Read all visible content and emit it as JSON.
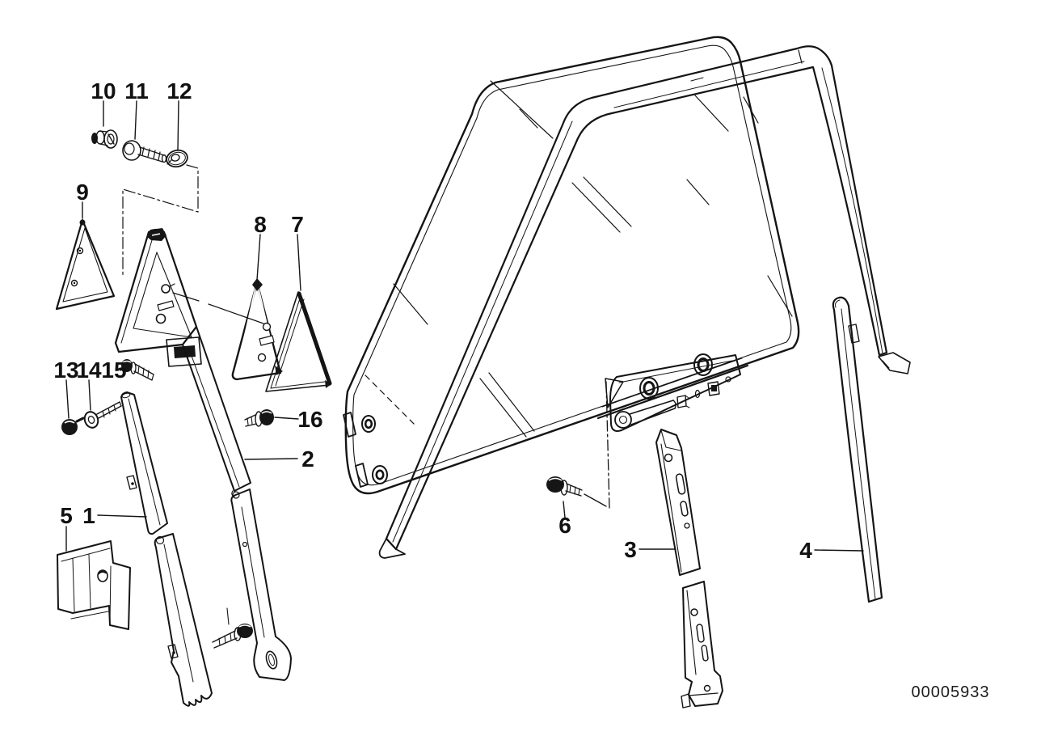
{
  "page": {
    "background": "#ffffff",
    "ink_color": "#141414"
  },
  "diagram": {
    "type": "exploded-parts-line-drawing",
    "subject": "door window guide / glazing frame exploded view",
    "drawing_number": "00005933",
    "callouts": [
      {
        "label": "1"
      },
      {
        "label": "2"
      },
      {
        "label": "3"
      },
      {
        "label": "4"
      },
      {
        "label": "5"
      },
      {
        "label": "6"
      },
      {
        "label": "7"
      },
      {
        "label": "8"
      },
      {
        "label": "9"
      },
      {
        "label": "10"
      },
      {
        "label": "11"
      },
      {
        "label": "12"
      },
      {
        "label": "13"
      },
      {
        "label": "14"
      },
      {
        "label": "15"
      },
      {
        "label": "16"
      }
    ]
  }
}
